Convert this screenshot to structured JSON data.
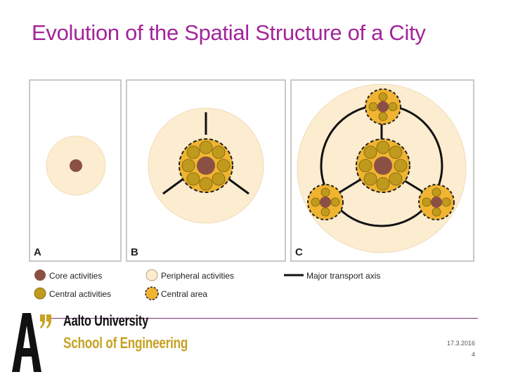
{
  "slide": {
    "title": "Evolution of the Spatial Structure of a City",
    "date": "17.3.2016",
    "page_number": "4"
  },
  "figure": {
    "panels": [
      {
        "label": "A"
      },
      {
        "label": "B"
      },
      {
        "label": "C"
      }
    ],
    "legend": [
      {
        "text": "Core activities",
        "symbol": "core"
      },
      {
        "text": "Central activities",
        "symbol": "central"
      },
      {
        "text": "Peripheral activities",
        "symbol": "peripheral"
      },
      {
        "text": "Central area",
        "symbol": "central-area"
      },
      {
        "text": "Major transport axis",
        "symbol": "transport-axis"
      }
    ],
    "colors": {
      "core": "#8b5044",
      "central": "#c09a1c",
      "peripheral": "#fcecd0",
      "central_area": "#f0b431",
      "axis": "#111111",
      "panel_border": "#c8c8c8"
    }
  },
  "footer": {
    "logo_mark": "A”",
    "university": "Aalto University",
    "school": "School of Engineering"
  },
  "theme": {
    "title_color": "#a3249a",
    "divider_color": "#8a2a7c",
    "school_color": "#c7a223"
  }
}
